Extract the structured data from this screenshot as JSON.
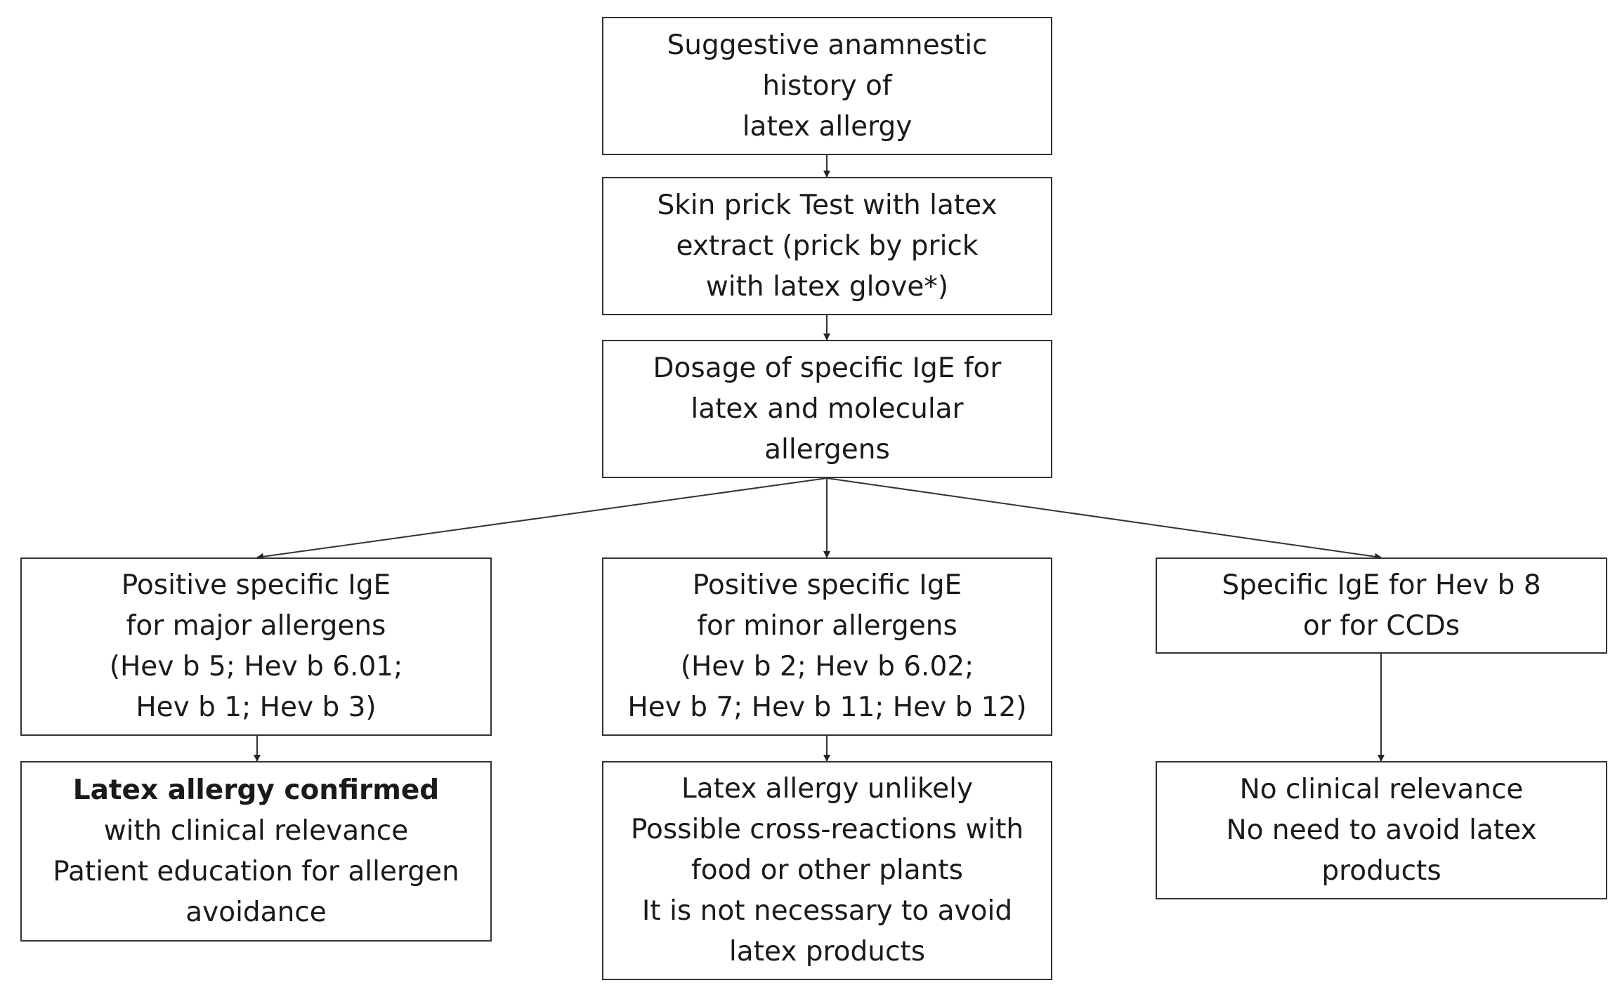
{
  "nodes": {
    "history": {
      "lines": [
        "Suggestive anamnestic",
        "history of",
        "latex allergy"
      ]
    },
    "skin_test": {
      "lines": [
        "Skin prick Test with latex",
        "extract (prick by prick",
        "with latex glove*)"
      ]
    },
    "ige_dosage": {
      "lines": [
        "Dosage of specific IgE for",
        "latex and molecular",
        "allergens"
      ]
    },
    "major": {
      "lines": [
        "Positive specific IgE",
        "for major allergens",
        "(Hev b 5; Hev b 6.01;",
        "Hev b 1; Hev b 3)"
      ]
    },
    "minor": {
      "lines": [
        "Positive specific IgE",
        "for minor allergens",
        "(Hev b 2; Hev b 6.02;",
        "Hev b 7; Hev b 11; Hev b 12)"
      ]
    },
    "hevb8": {
      "lines": [
        "Specific IgE for Hev b 8",
        "or for CCDs"
      ]
    },
    "confirmed": {
      "title": "Latex allergy confirmed",
      "lines": [
        "with clinical relevance",
        "Patient education for allergen",
        "avoidance"
      ]
    },
    "unlikely": {
      "lines": [
        "Latex allergy unlikely",
        "Possible cross-reactions with",
        "food or other plants",
        "It is not necessary to avoid",
        "latex products"
      ]
    },
    "no_relevance": {
      "lines": [
        "No clinical relevance",
        "No need to avoid latex",
        "products"
      ]
    }
  },
  "edges": [
    {
      "from": "history",
      "to": "skin_test"
    },
    {
      "from": "skin_test",
      "to": "ige_dosage"
    },
    {
      "from": "ige_dosage",
      "to": "major"
    },
    {
      "from": "ige_dosage",
      "to": "minor"
    },
    {
      "from": "ige_dosage",
      "to": "hevb8"
    },
    {
      "from": "major",
      "to": "confirmed"
    },
    {
      "from": "minor",
      "to": "unlikely"
    },
    {
      "from": "hevb8",
      "to": "no_relevance"
    }
  ],
  "colors": {
    "border": "#333333",
    "text": "#1a1a1a",
    "background": "#ffffff"
  }
}
